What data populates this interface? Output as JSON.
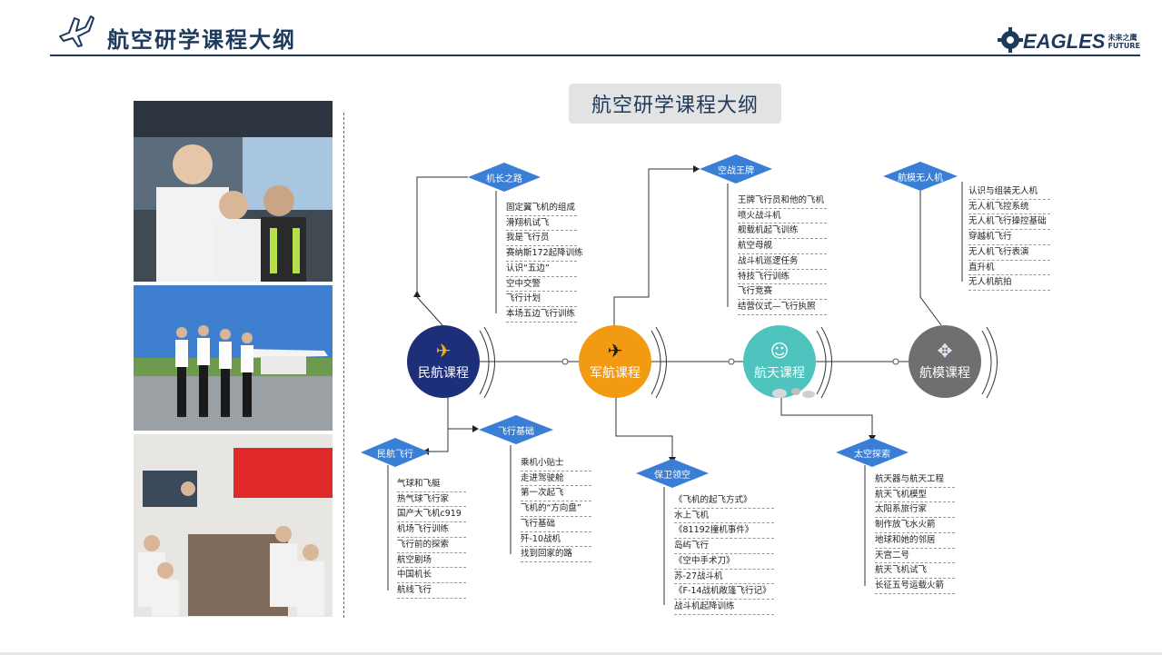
{
  "header": {
    "title": "航空研学课程大纲"
  },
  "logo": {
    "brand": "EAGLES",
    "sub1": "未来之鹰",
    "sub2": "FUTURE"
  },
  "main_title": "航空研学课程大纲",
  "courses": {
    "civil": "民航课程",
    "military": "军航课程",
    "space": "航天课程",
    "model": "航模课程"
  },
  "branches": {
    "captain_road": {
      "label": "机长之路",
      "items": [
        "固定翼飞机的组成",
        "滑翔机试飞",
        "我是飞行员",
        "赛纳斯172起降训练",
        "认识“五边”",
        "空中交警",
        "飞行计划",
        "本场五边飞行训练"
      ]
    },
    "ace": {
      "label": "空战王牌",
      "items": [
        "王牌飞行员和他的飞机",
        "喷火战斗机",
        "舰载机起飞训练",
        "航空母舰",
        "战斗机巡逻任务",
        "特技飞行训练",
        "飞行竞赛",
        "结营仪式—飞行执照"
      ]
    },
    "drone": {
      "label": "航模无人机",
      "items": [
        "认识与组装无人机",
        "无人机飞控系统",
        "无人机飞行操控基础",
        "穿越机飞行",
        "无人机飞行表演",
        "直升机",
        "无人机航拍"
      ]
    },
    "civil_flight": {
      "label": "民航飞行",
      "items": [
        "气球和飞艇",
        "热气球飞行家",
        "国产大飞机c919",
        "机场飞行训练",
        "飞行前的探索",
        "航空剧场",
        "中国机长",
        "航线飞行"
      ]
    },
    "flight_basics": {
      "label": "飞行基础",
      "items": [
        "乘机小贴士",
        "走进驾驶舱",
        "第一次起飞",
        "飞机的“方向盘”",
        "飞行基础",
        "歼-10战机",
        "找到回家的路"
      ]
    },
    "defend": {
      "label": "保卫领空",
      "items": [
        "《飞机的起飞方式》",
        "水上飞机",
        "《81192撞机事件》",
        "岛屿飞行",
        "《空中手术刀》",
        "苏-27战斗机",
        "《F-14战机敞篷飞行记》",
        "战斗机起降训练"
      ]
    },
    "space_explore": {
      "label": "太空探索",
      "items": [
        "航天器与航天工程",
        "航天飞机模型",
        "太阳系旅行家",
        "制作放飞水火箭",
        "地球和她的邻居",
        "天宫二号",
        "航天飞机试飞",
        "长征五号运载火箭"
      ]
    }
  },
  "colors": {
    "civil": "#1e2f7a",
    "military": "#f29a12",
    "space": "#4fc3bd",
    "model": "#6f6f6f",
    "diamond": "#3a7fd5",
    "header": "#1d3a5c"
  },
  "icons": [
    "plane-outline-icon",
    "airplane-icon",
    "fighter-jet-icon",
    "astronaut-icon",
    "drone-icon",
    "gear-logo-icon"
  ]
}
